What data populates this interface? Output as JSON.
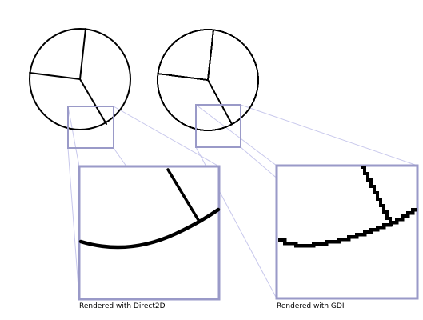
{
  "captions": {
    "left": "Rendered with Direct2D",
    "right": "Rendered with GDI"
  },
  "colors": {
    "background": "#ffffff",
    "stroke": "#000000",
    "magnifier_frame": "#9a9ac8",
    "leader_lines": "#c8c8ec"
  },
  "panels": [
    {
      "name": "direct2d",
      "rendering": "antialiased"
    },
    {
      "name": "gdi",
      "rendering": "aliased"
    }
  ]
}
